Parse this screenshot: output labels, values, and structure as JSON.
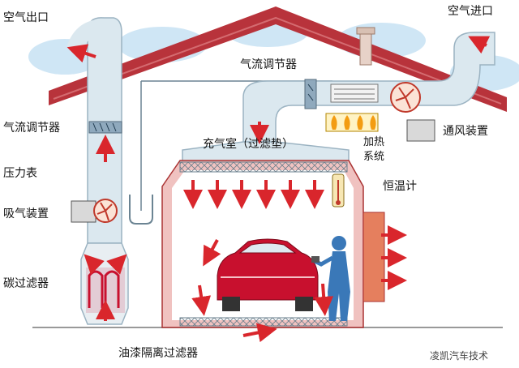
{
  "labels": {
    "air_outlet": "空气出口",
    "air_inlet": "空气进口",
    "flow_regulator_top": "气流调节器",
    "flow_regulator_left": "气流调节器",
    "pressure_gauge": "压力表",
    "suction_device": "吸气装置",
    "carbon_filter": "碳过滤器",
    "plenum": "充气室（过滤垫）",
    "heating_line1": "加热",
    "heating_line2": "系统",
    "ventilation_device": "通风装置",
    "thermostat": "恒温计",
    "paint_filter": "油漆隔离过滤器"
  },
  "watermark": "凌凯汽车技术",
  "colors": {
    "duct": "#dbe8ef",
    "duct_edge": "#9bb3c2",
    "sky": "#cfe6f5",
    "roof": "#b8333b",
    "roof_shade": "#d46b70",
    "booth_wall": "#f0c2c0",
    "booth_inner": "#ffffff",
    "arrow": "#d9262c",
    "flame": "#f39c12",
    "car_body": "#c8102e",
    "worker": "#3a78b8"
  }
}
